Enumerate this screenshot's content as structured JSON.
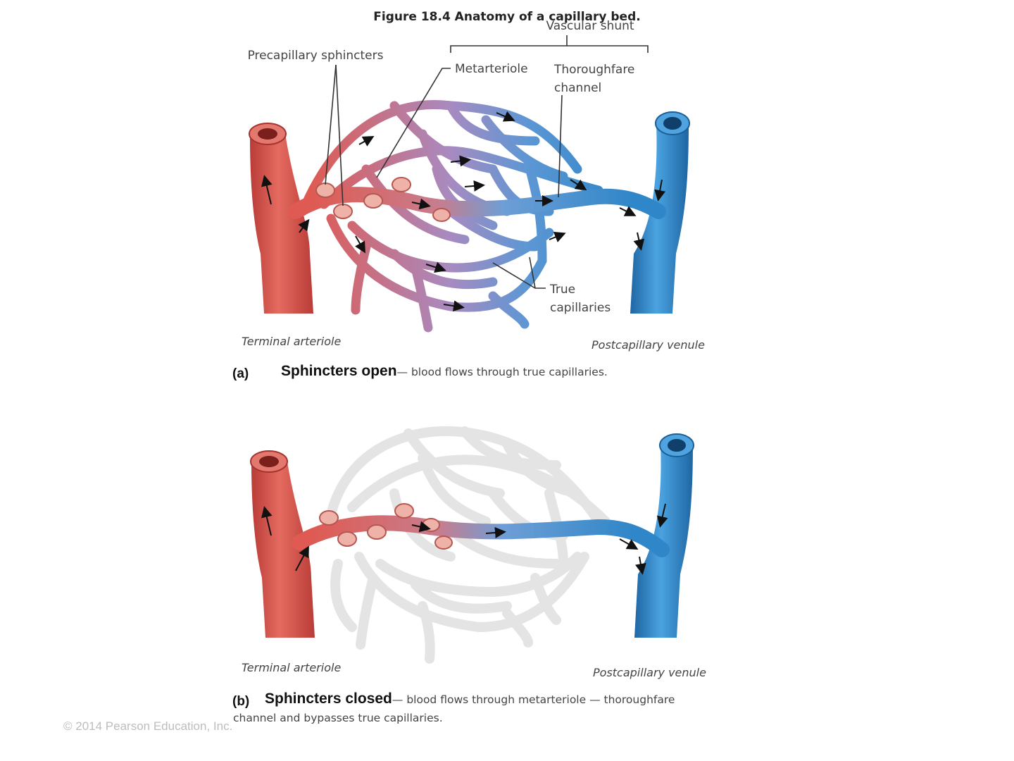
{
  "figure": {
    "title": "Figure 18.4  Anatomy of a capillary bed.",
    "copyright": "© 2014 Pearson Education, Inc."
  },
  "labels": {
    "vascular_shunt": "Vascular shunt",
    "precapillary_sphincters": "Precapillary sphincters",
    "metarteriole": "Metarteriole",
    "thoroughfare_line1": "Thoroughfare",
    "thoroughfare_line2": "channel",
    "true_cap_line1": "True",
    "true_cap_line2": "capillaries",
    "terminal_arteriole": "Terminal arteriole",
    "postcapillary_venule": "Postcapillary venule"
  },
  "panel_a": {
    "letter": "(a)",
    "heading": "Sphincters open",
    "text": "— blood flows through true capillaries."
  },
  "panel_b": {
    "letter": "(b)",
    "heading": "Sphincters closed",
    "text_line1": "— blood flows through metarteriole — thoroughfare",
    "text_line2": "channel and bypasses true capillaries."
  },
  "colors": {
    "artery": "#d9534f",
    "artery_dark": "#b23a36",
    "vein": "#2f86c8",
    "vein_dark": "#1c5f98",
    "closed_capillary": "#e6e6e6",
    "sphincter": "#e8a8a0"
  }
}
